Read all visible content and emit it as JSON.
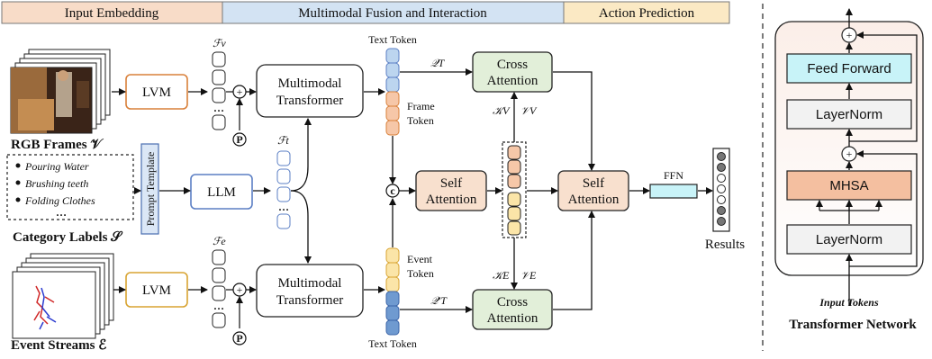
{
  "header": {
    "sections": [
      "Input Embedding",
      "Multimodal Fusion and Interaction",
      "Action Prediction"
    ]
  },
  "inputs": {
    "rgb_label": "RGB Frames 𝒱",
    "event_label": "Event Streams ℰ",
    "category_label": "Category Labels 𝒮",
    "categories": [
      "Pouring Water",
      "Brushing teeth",
      "Folding Clothes",
      "…"
    ],
    "prompt_template": "Prompt Template"
  },
  "encoders": {
    "lvm_top": "LVM",
    "lvm_bottom": "LVM",
    "llm": "LLM",
    "fv": "ℱv",
    "ft": "ℱt",
    "fe": "ℱe",
    "plus": "+",
    "p": "P",
    "dots": "…"
  },
  "fusion": {
    "mm_top": [
      "Multimodal",
      "Transformer"
    ],
    "mm_bottom": [
      "Multimodal",
      "Transformer"
    ],
    "text_token_top": "Text Token",
    "frame_token": [
      "Frame",
      "Token"
    ],
    "event_token": [
      "Event",
      "Token"
    ],
    "text_token_bottom": "Text Token",
    "concat": "c",
    "self_attention_1": [
      "Self",
      "Attention"
    ],
    "cross_attention_top": [
      "Cross",
      "Attention"
    ],
    "cross_attention_bottom": [
      "Cross",
      "Attention"
    ],
    "q_top": "𝒬T",
    "q_bottom": "𝒬′T",
    "kv_top": [
      "𝒦V",
      "𝒱V"
    ],
    "kv_bottom": [
      "𝒦E",
      "𝒱E"
    ]
  },
  "prediction": {
    "self_attention_2": [
      "Self",
      "Attention"
    ],
    "ffn": "FFN",
    "results": "Results"
  },
  "transformer": {
    "feed_forward": "Feed Forward",
    "layernorm_top": "LayerNorm",
    "mhsa": "MHSA",
    "layernorm_bottom": "LayerNorm",
    "plus": "+",
    "input_tokens": "Input Tokens",
    "title": "Transformer Network"
  },
  "colors": {
    "header_input": "#f8dcc8",
    "header_fusion": "#d3e3f3",
    "header_action": "#fbe9c4",
    "lvm_top_border": "#d9803a",
    "lvm_bottom_border": "#d8a432",
    "llm_border": "#5b7fc4",
    "cross_attention_fill": "#e2efd9",
    "self_attention_fill": "#f8e0ce",
    "feed_forward_fill": "#c8f3f8",
    "mhsa_fill": "#f4bfa0",
    "layernorm_fill": "#f2f2f2",
    "text_token_fill": "#bcd5ef",
    "frame_token_fill": "#f6c7a8",
    "event_token_fill": "#fbe5a8"
  }
}
